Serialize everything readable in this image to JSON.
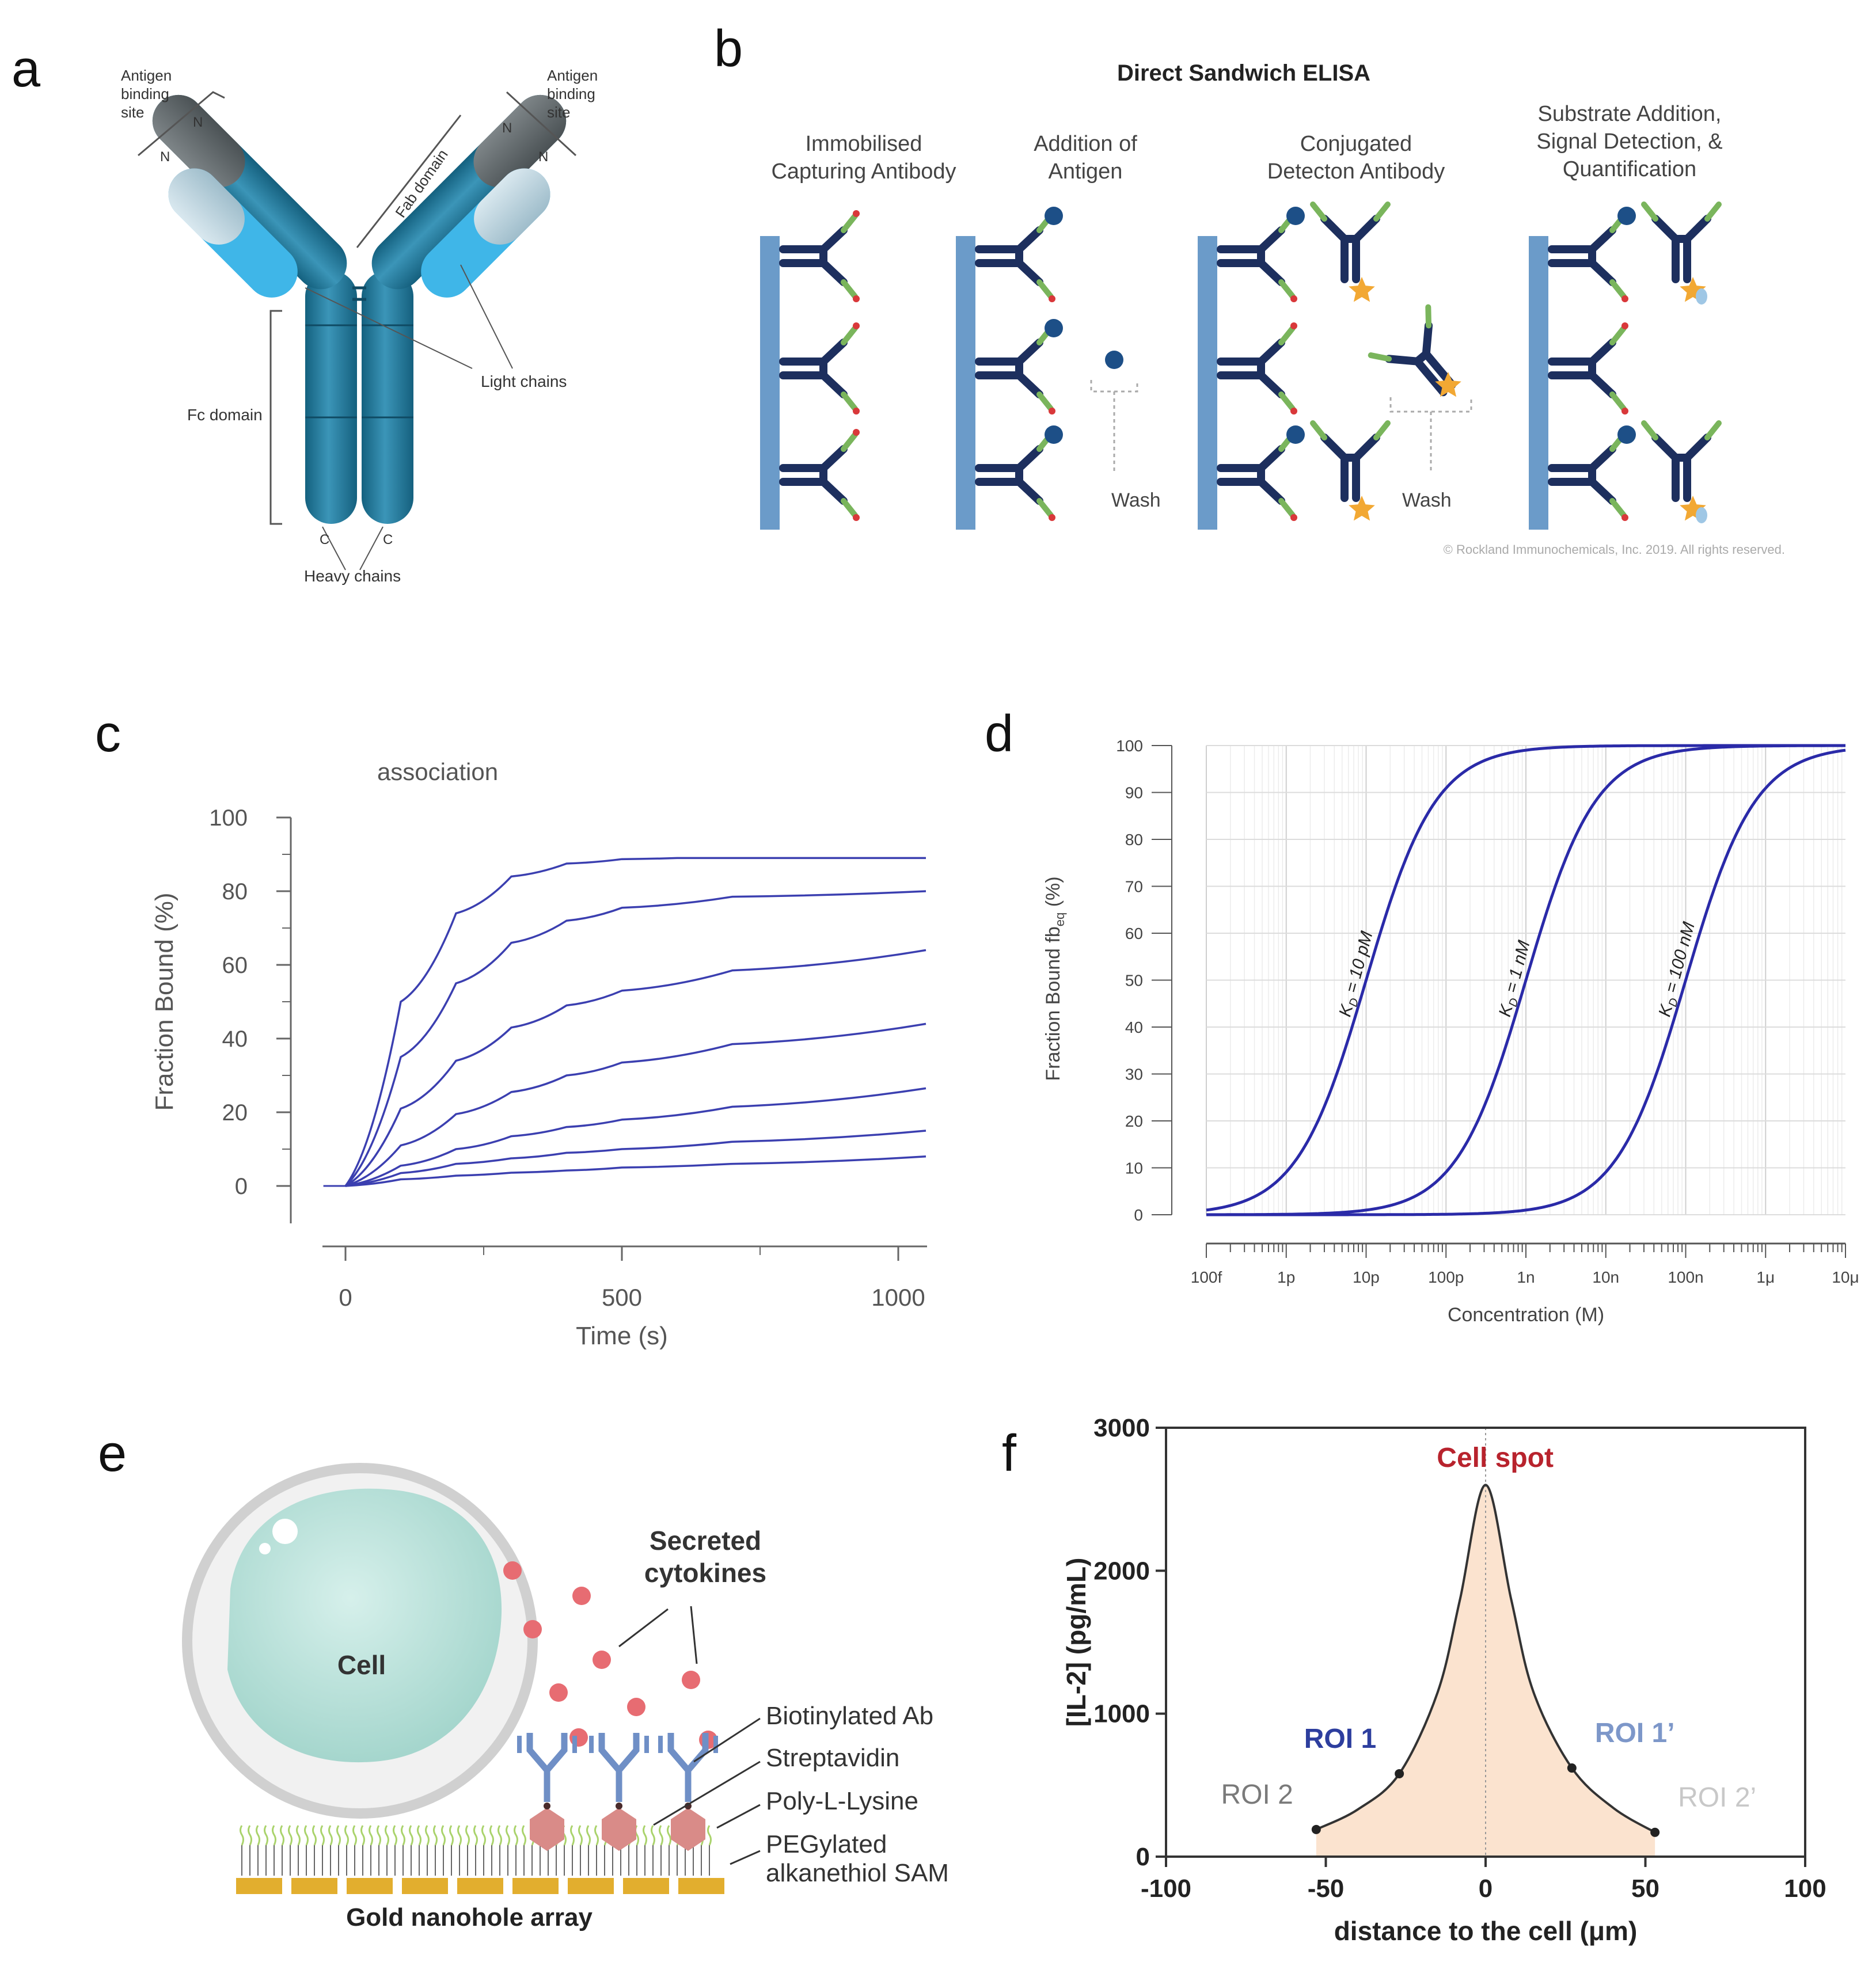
{
  "panels": {
    "a": {
      "label": "a",
      "antigen_site_left": [
        "Antigen",
        "binding",
        "site"
      ],
      "antigen_site_right": [
        "Antigen",
        "binding",
        "site"
      ],
      "fab": "Fab domain",
      "fc": "Fc domain",
      "light": "Light chains",
      "heavy": "Heavy chains",
      "n": "N",
      "c": "C"
    },
    "b": {
      "label": "b",
      "title": "Direct Sandwich ELISA",
      "steps": [
        [
          "Immobilised",
          "Capturing Antibody"
        ],
        [
          "Addition of",
          "Antigen"
        ],
        [
          "Conjugated",
          "Detecton Antibody"
        ],
        [
          "Substrate Addition,",
          "Signal Detection, &",
          "Quantification"
        ]
      ],
      "wash": "Wash",
      "copyright": "© Rockland Immunochemicals, Inc. 2019. All rights reserved.",
      "colors": {
        "surface": "#6b9bc9",
        "antibody": "#1d2f5e",
        "antigen": "#1d4f87",
        "star": "#f2a833"
      }
    },
    "e": {
      "label": "e",
      "cell": "Cell",
      "secreted": [
        "Secreted",
        "cytokines"
      ],
      "labels": [
        "Biotinylated Ab",
        "Streptavidin",
        "Poly-L-Lysine",
        "PEGylated",
        "alkanethiol SAM"
      ],
      "gold": "Gold nanohole array",
      "colors": {
        "cytoplasm": "#a8d8d0",
        "cytokine": "#e76c72",
        "gold": "#e2ae2e",
        "ab": "#6f8fc6",
        "strept": "#d98b88",
        "pll": "#aad36c"
      }
    }
  },
  "chart_data": [
    {
      "panel": "c",
      "type": "line",
      "title": "association",
      "xlabel": "Time (s)",
      "ylabel": "Fraction Bound (%)",
      "xlim": [
        -40,
        1050
      ],
      "ylim": [
        -10,
        100
      ],
      "xticks": [
        0,
        500,
        1000
      ],
      "yticks": [
        0,
        20,
        40,
        60,
        80,
        100
      ],
      "color": "#3b3fb0",
      "series": [
        {
          "values": [
            [
              0,
              0
            ],
            [
              100,
              50
            ],
            [
              200,
              74
            ],
            [
              300,
              84
            ],
            [
              400,
              87.5
            ],
            [
              500,
              88.7
            ],
            [
              600,
              89
            ],
            [
              1050,
              89
            ]
          ]
        },
        {
          "values": [
            [
              0,
              0
            ],
            [
              100,
              35
            ],
            [
              200,
              55
            ],
            [
              300,
              66
            ],
            [
              400,
              72
            ],
            [
              500,
              75.5
            ],
            [
              700,
              78.5
            ],
            [
              1050,
              80
            ]
          ]
        },
        {
          "values": [
            [
              0,
              0
            ],
            [
              100,
              21
            ],
            [
              200,
              34
            ],
            [
              300,
              43
            ],
            [
              400,
              49
            ],
            [
              500,
              53
            ],
            [
              700,
              58.5
            ],
            [
              1050,
              64
            ]
          ]
        },
        {
          "values": [
            [
              0,
              0
            ],
            [
              100,
              11
            ],
            [
              200,
              19.5
            ],
            [
              300,
              25.5
            ],
            [
              400,
              30
            ],
            [
              500,
              33.5
            ],
            [
              700,
              38.5
            ],
            [
              1050,
              44
            ]
          ]
        },
        {
          "values": [
            [
              0,
              0
            ],
            [
              100,
              5.5
            ],
            [
              200,
              10
            ],
            [
              300,
              13.5
            ],
            [
              400,
              16
            ],
            [
              500,
              18
            ],
            [
              700,
              21.5
            ],
            [
              1050,
              26.5
            ]
          ]
        },
        {
          "values": [
            [
              0,
              0
            ],
            [
              100,
              3.5
            ],
            [
              200,
              6
            ],
            [
              300,
              7.5
            ],
            [
              400,
              9
            ],
            [
              500,
              10
            ],
            [
              700,
              12
            ],
            [
              1050,
              15
            ]
          ]
        },
        {
          "values": [
            [
              0,
              0
            ],
            [
              100,
              1.8
            ],
            [
              200,
              2.8
            ],
            [
              300,
              3.6
            ],
            [
              400,
              4.2
            ],
            [
              500,
              5
            ],
            [
              700,
              6
            ],
            [
              1050,
              8
            ]
          ]
        }
      ]
    },
    {
      "panel": "d",
      "type": "line",
      "xscale": "log",
      "xlabel": "Concentration (M)",
      "ylabel": "Fraction Bound  fb",
      "ylabel_sub": "eq",
      "ylabel_unit": " (%)",
      "xlim": [
        1e-13,
        1e-05
      ],
      "ylim": [
        0,
        100
      ],
      "xticklabels": [
        "100f",
        "1p",
        "10p",
        "100p",
        "1n",
        "10n",
        "100n",
        "1μ",
        "10μ"
      ],
      "yticks": [
        0,
        10,
        20,
        30,
        40,
        50,
        60,
        70,
        80,
        90,
        100
      ],
      "color": "#2a2aa8",
      "series": [
        {
          "name": "K",
          "sub": "D",
          "label": " = 10 pM",
          "kd": 1e-11
        },
        {
          "name": "K",
          "sub": "D",
          "label": " = 1 nM",
          "kd": 1e-09
        },
        {
          "name": "K",
          "sub": "D",
          "label": " = 100 nM",
          "kd": 1e-07
        }
      ]
    },
    {
      "panel": "f",
      "type": "line",
      "title": "Cell spot",
      "xlabel": "distance to the cell (μm)",
      "ylabel": "[IL-2] (pg/mL)",
      "xlim": [
        -100,
        100
      ],
      "ylim": [
        0,
        3000
      ],
      "xticks": [
        -100,
        -50,
        0,
        50,
        100
      ],
      "yticks": [
        0,
        1000,
        2000,
        3000
      ],
      "x": [
        -53,
        -40,
        -27,
        -15,
        -8,
        0,
        8,
        15,
        27,
        40,
        53
      ],
      "y": [
        190,
        330,
        580,
        1150,
        1800,
        2600,
        1800,
        1150,
        620,
        340,
        170
      ],
      "markers": [
        {
          "label": "ROI 1",
          "x": -27,
          "y": 580,
          "color": "#2d3e9e"
        },
        {
          "label": "ROI 1’",
          "x": 27,
          "y": 620,
          "color": "#7d97c9"
        },
        {
          "label": "ROI 2",
          "x": -53,
          "y": 190,
          "color": "#7a7a7a"
        },
        {
          "label": "ROI 2’",
          "x": 53,
          "y": 170,
          "color": "#c8c8c8"
        }
      ],
      "fill_color": "#fbe3cf",
      "title_color": "#b8232d"
    }
  ]
}
